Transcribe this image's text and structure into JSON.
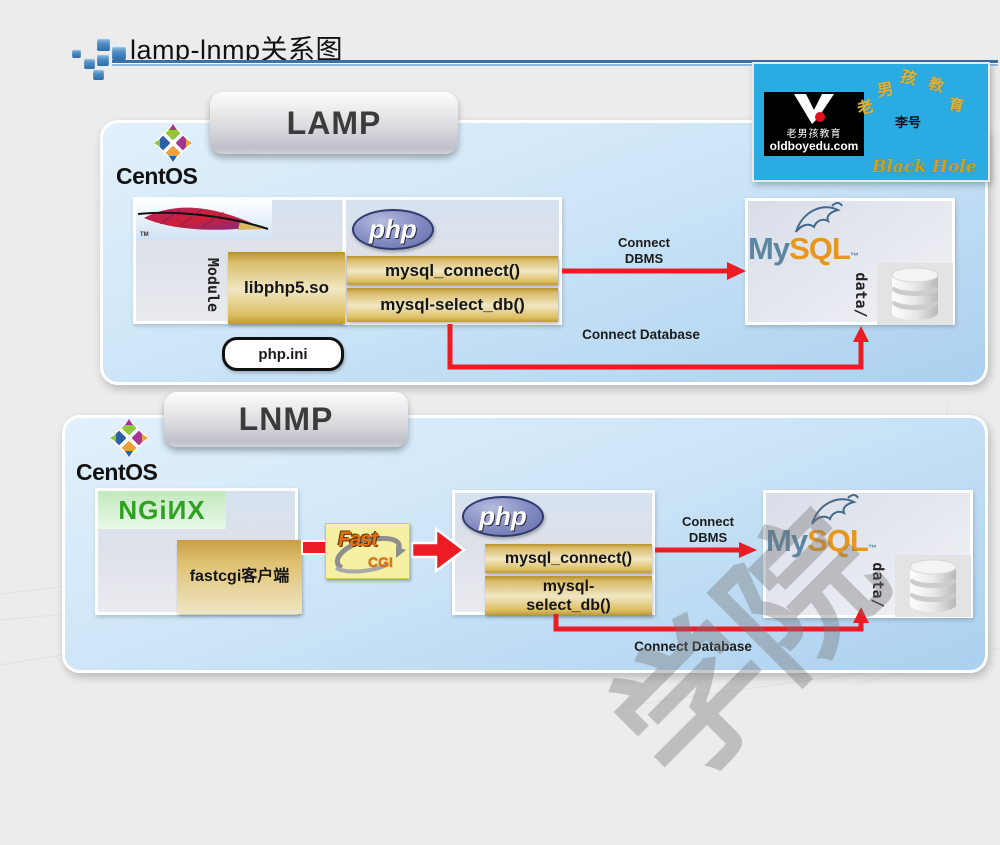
{
  "slide": {
    "title": "lamp-lnmp关系图",
    "watermark": "学院"
  },
  "brand": {
    "name_cn": "老男孩教育",
    "domain": "oldboyedu.com",
    "scatter": [
      "孩",
      "男",
      "教",
      "老",
      "育"
    ],
    "author": "李号",
    "signature": "Black Hole"
  },
  "lamp": {
    "header": "LAMP",
    "os": "CentOS",
    "apache_tm": "TM",
    "module_label": "Module",
    "lib_label": "libphp5.so",
    "config_label": "php.ini",
    "php_logo": "php",
    "fn_connect": "mysql_connect()",
    "fn_select": "mysql-select_db()",
    "dbms_l1": "Connect",
    "dbms_l2": "DBMS",
    "db_label": "Connect Database",
    "mysql_my": "My",
    "mysql_sql": "SQL",
    "mysql_tm": "™",
    "data_dir": "data/"
  },
  "lnmp": {
    "header": "LNMP",
    "os": "CentOS",
    "nginx_logo": "NGiИX",
    "fastcgi_client": "fastcgi客户端",
    "fastcgi_word1": "Fast",
    "fastcgi_word2": "CGI",
    "php_logo": "php",
    "fn_connect": "mysql_connect()",
    "fn_select_l1": "mysql-",
    "fn_select_l2": "select_db()",
    "dbms_l1": "Connect",
    "dbms_l2": "DBMS",
    "db_label": "Connect Database",
    "mysql_my": "My",
    "mysql_sql": "SQL",
    "mysql_tm": "™",
    "data_dir": "data/"
  },
  "colors": {
    "accent_red": "#EC1C24",
    "brand_cyan": "#2AACE3",
    "gold": "#C9A43E",
    "nginx_green": "#2EA121",
    "mysql_blue": "#5D87A1",
    "mysql_orange": "#E8971E"
  }
}
